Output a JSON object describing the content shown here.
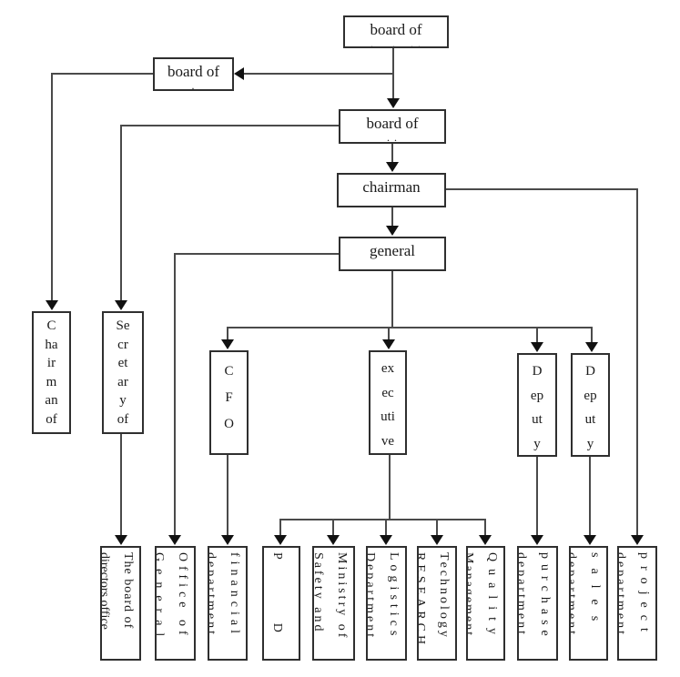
{
  "diagram": {
    "colors": {
      "background": "#ffffff",
      "box_border": "#2f2f2f",
      "connector": "#4a4a4a",
      "arrowhead": "#111111",
      "text": "#1a1a1a"
    },
    "nodes": {
      "board_top": {
        "label": "board of",
        "sub": ".     .    . ."
      },
      "board_left": {
        "label": "board of",
        "sub": "."
      },
      "board_mid": {
        "label": "board of",
        "sub": ". ."
      },
      "chairman": {
        "label": "chairman"
      },
      "general": {
        "label": "general"
      },
      "chairman_of": {
        "label": "C\nha\nir\nm\nan\nof"
      },
      "secretary_of": {
        "label": "Se\ncr\net\nar\ny\nof"
      },
      "cfo": {
        "label": "C\nF\nO"
      },
      "executive": {
        "label": "ex\nec\nuti\nve"
      },
      "deputy_1": {
        "label": "D\nep\nut\ny"
      },
      "deputy_2": {
        "label": "D\nep\nut\ny"
      }
    },
    "departments": {
      "board_directors_office": {
        "line1": "The board of",
        "line2": "directors office"
      },
      "office_of_general": {
        "line1": "Office of",
        "line2": "General"
      },
      "financial": {
        "line1": "financial",
        "line2": "department"
      },
      "p_d": {
        "line1": "P     D",
        "line2": ""
      },
      "ministry_safety": {
        "line1": "Ministry of",
        "line2": "Safety and"
      },
      "logistics": {
        "line1": "Logistics",
        "line2": "Department"
      },
      "technology_research": {
        "line1": "Technology",
        "line2": "RESEARCH"
      },
      "quality_management": {
        "line1": "Quality",
        "line2": "Management"
      },
      "purchase": {
        "line1": "purchase",
        "line2": "department"
      },
      "sales": {
        "line1": "sales",
        "line2": "department"
      },
      "project": {
        "line1": "project",
        "line2": "department"
      }
    }
  }
}
